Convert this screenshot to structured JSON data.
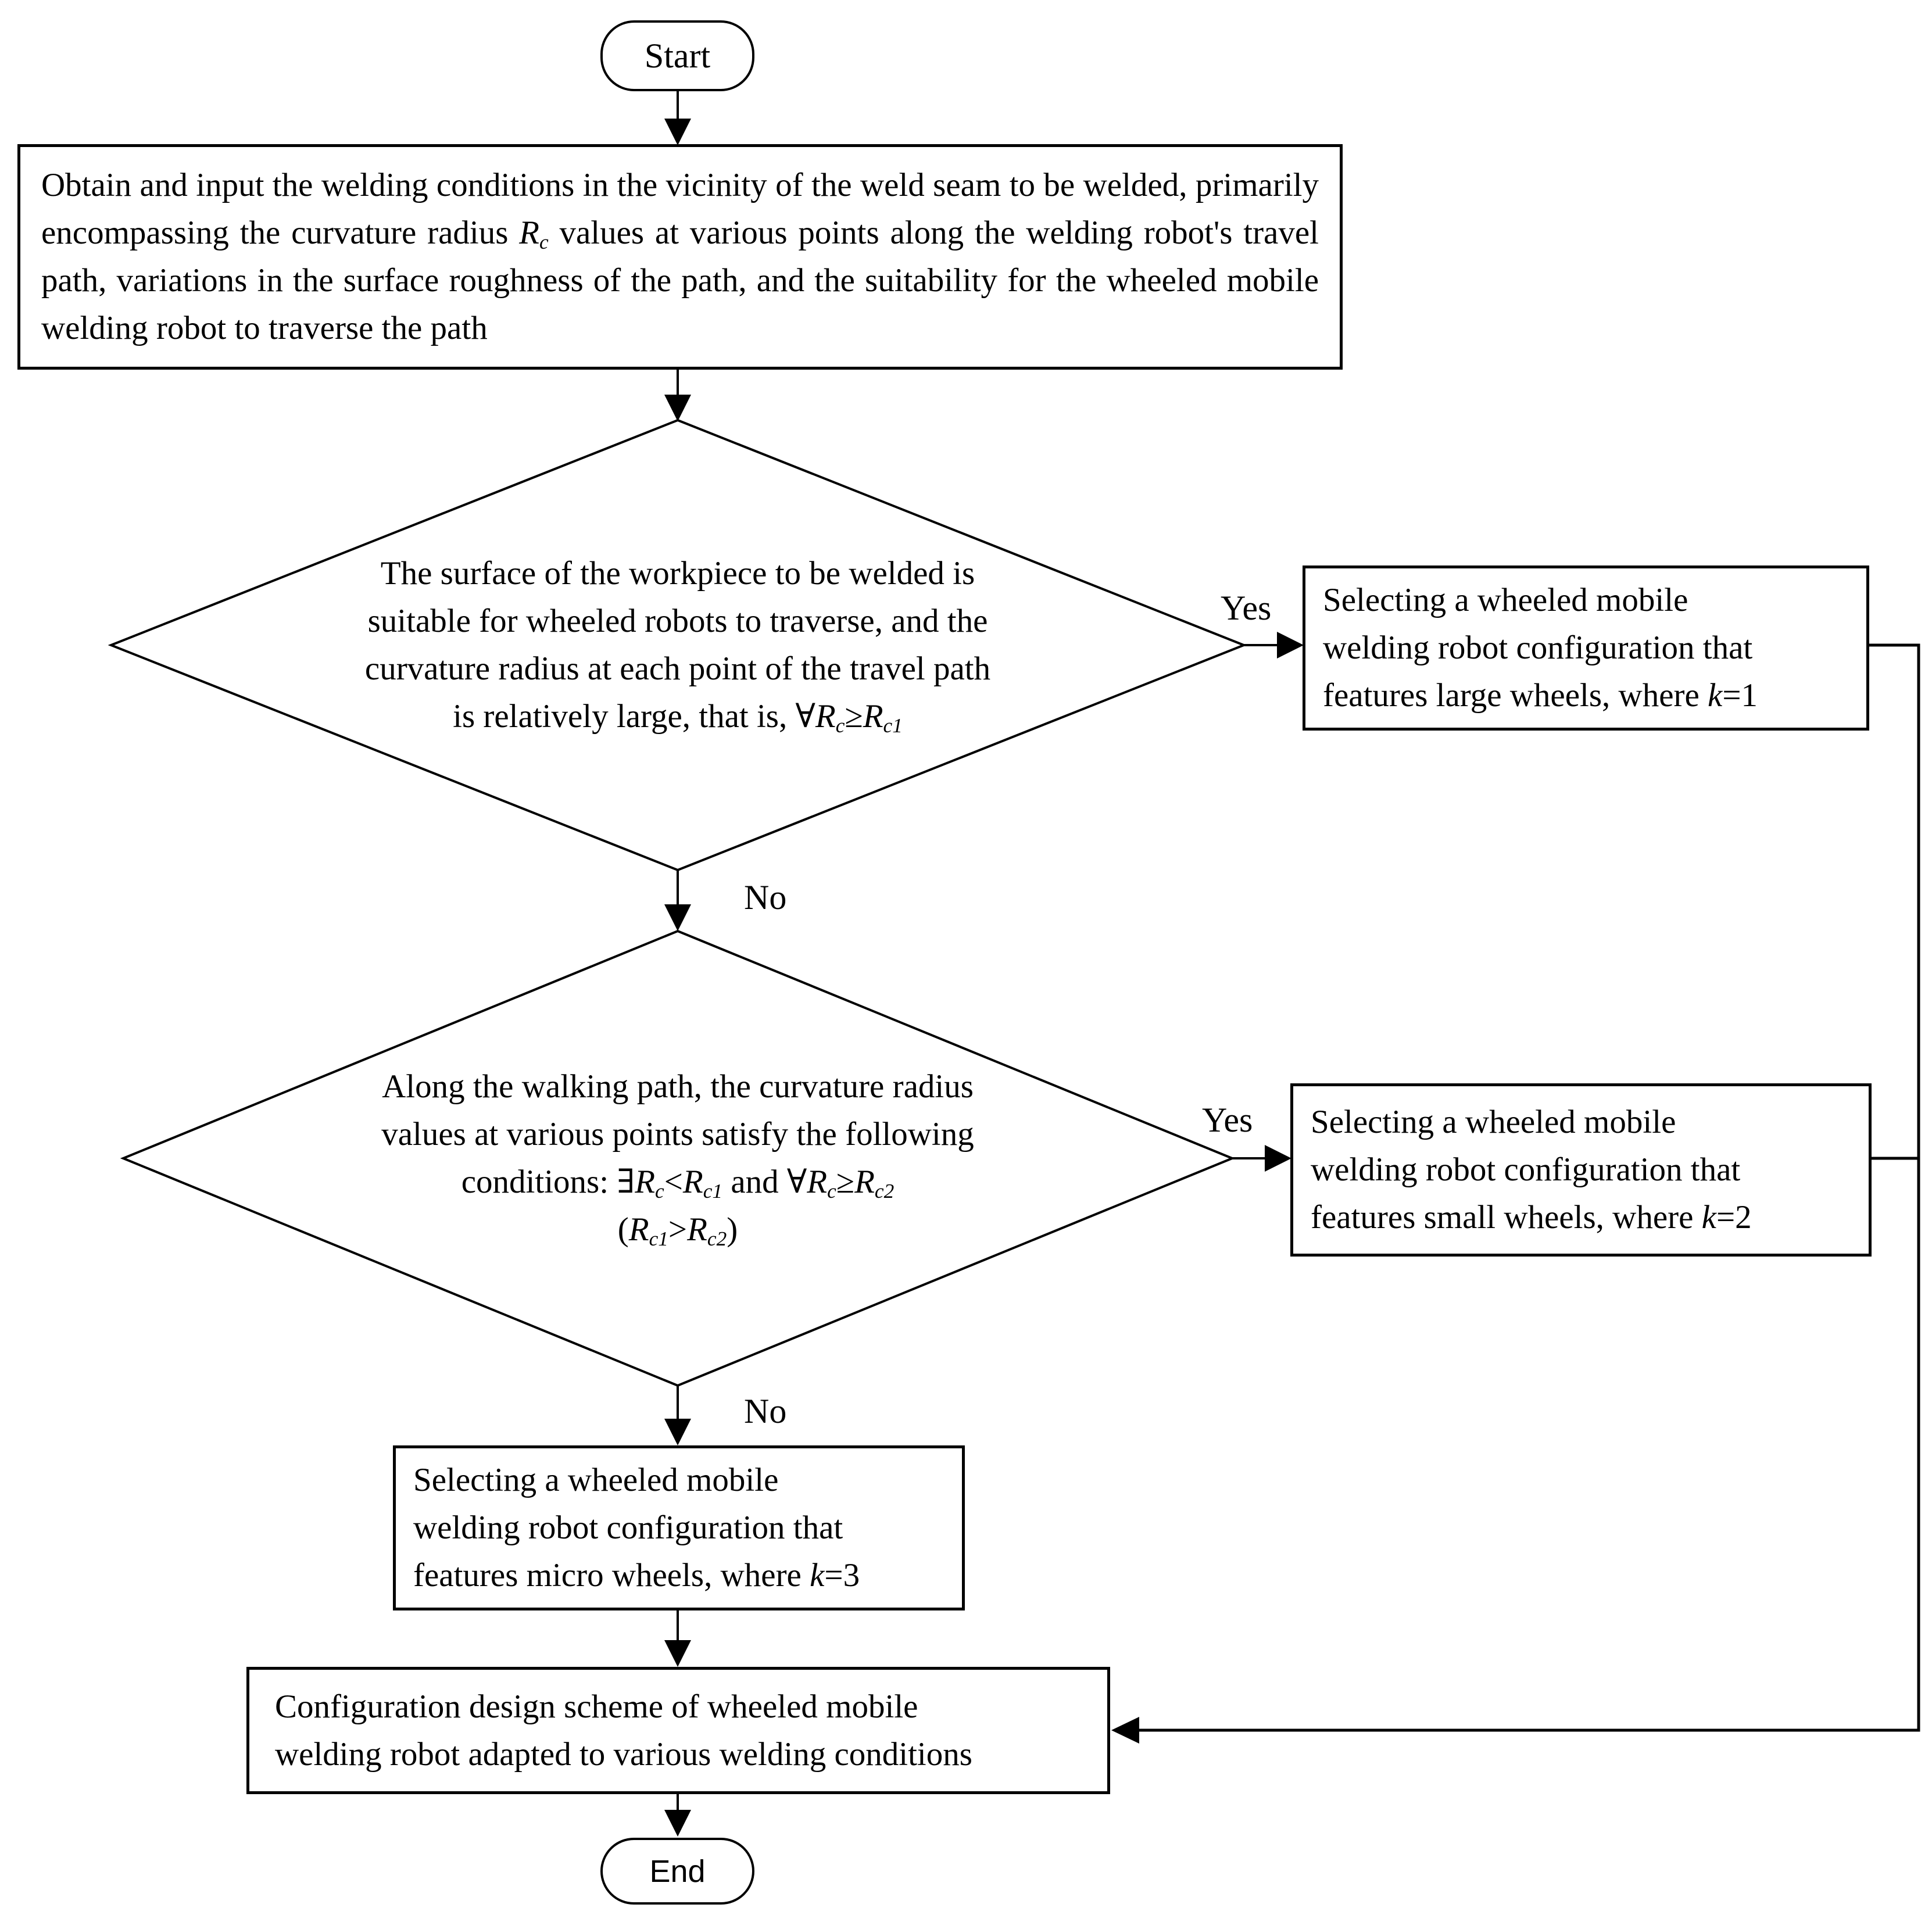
{
  "flow": {
    "start_label": "Start",
    "end_label": "End",
    "yes_label": "Yes",
    "no_label": "No",
    "input_html": "Obtain and input the welding conditions in the vicinity of the weld seam to be welded, primarily encompassing the curvature radius <i>R<sub>c</sub></i> values at various points along the welding robot's travel path, variations in the surface roughness of the path, and the suitability for the wheeled mobile welding robot to traverse the path",
    "decision1_html": "The surface of the workpiece to be welded is<br>suitable for wheeled robots to traverse, and the<br>curvature radius at each point of the travel path<br>is relatively large, that is, &#8704;<i>R<sub>c</sub></i>&#8805;<i>R<sub>c1</sub></i>",
    "yes1_html": "Selecting a wheeled mobile<br>welding robot configuration that<br>features large wheels, where <i>k</i>=1",
    "decision2_html": "Along the walking path, the curvature radius<br>values at various points satisfy the following<br>conditions: &#8707;<i>R<sub>c</sub></i>&lt;<i>R<sub>c1</sub></i> and &#8704;<i>R<sub>c</sub></i>&#8805;<i>R<sub>c2</sub></i><br>(<i>R<sub>c1</sub></i>&gt;<i>R<sub>c2</sub></i>)",
    "yes2_html": "Selecting a wheeled mobile<br>welding robot configuration that<br>features small wheels, where <i>k</i>=2",
    "no3_html": "Selecting a wheeled mobile<br>welding robot configuration that<br>features micro wheels, where <i>k</i>=3",
    "output_html": "Configuration design scheme of wheeled mobile<br>welding robot adapted to various welding conditions",
    "line_color": "#000000",
    "fill_color": "#ffffff"
  }
}
